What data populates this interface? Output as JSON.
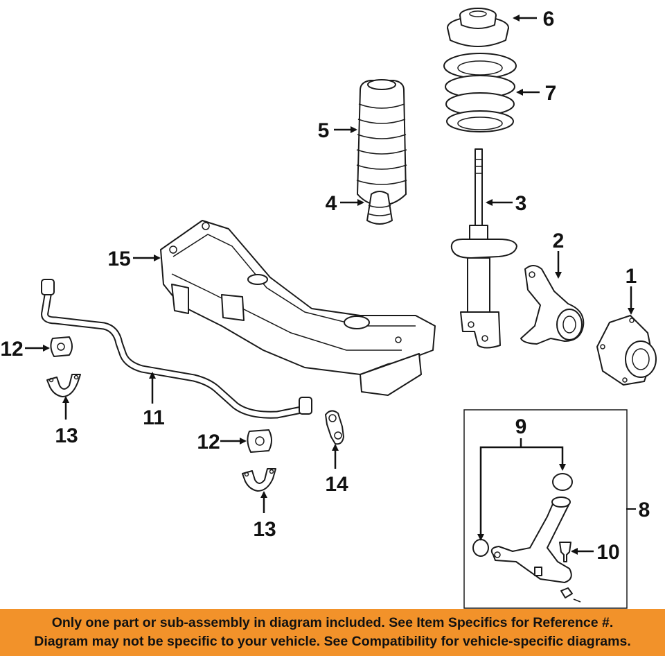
{
  "callouts": {
    "c1": "1",
    "c2": "2",
    "c3": "3",
    "c4": "4",
    "c5": "5",
    "c6": "6",
    "c7": "7",
    "c8": "8",
    "c9": "9",
    "c10": "10",
    "c11": "11",
    "c12a": "12",
    "c12b": "12",
    "c13a": "13",
    "c13b": "13",
    "c14": "14",
    "c15": "15"
  },
  "banner": {
    "line1": "Only one part or sub-assembly in diagram included. See Item Specifics for Reference #.",
    "line2": "Diagram may not be specific to your vehicle. See Compatibility for vehicle-specific diagrams."
  },
  "colors": {
    "banner": "#f2922a",
    "ink": "#1a1a1a"
  }
}
